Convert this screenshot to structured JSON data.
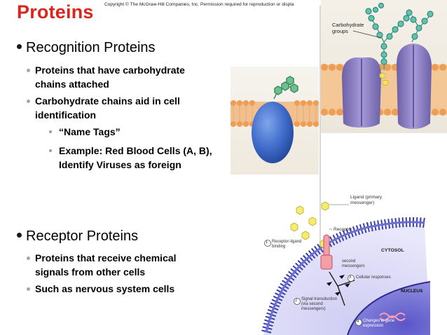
{
  "slide": {
    "title": "Proteins",
    "copyright": "Copyright © The McGraw-Hill Companies, Inc. Permission required for reproduction or displa",
    "recognition": {
      "heading": "Recognition Proteins",
      "points": [
        "Proteins that have carbohydrate chains attached",
        "Carbohydrate chains aid in cell identification"
      ],
      "subpoints": [
        "“Name Tags”",
        "Example: Red Blood Cells (A, B), Identify Viruses as foreign"
      ]
    },
    "receptor": {
      "heading": "Receptor Proteins",
      "points": [
        "Proteins that receive chemical signals from other cells",
        "Such as nervous system cells"
      ]
    }
  },
  "figures": {
    "carbohydrate_label": "Carbohydrate groups",
    "receptor_diagram": {
      "ligand": "Ligand (primary messenger)",
      "receptor": "Receptor",
      "cytosol": "CYTOSOL",
      "step1": "Receptor-ligand binding",
      "second_messengers": "second messengers",
      "step3": "Cellular responses",
      "nucleus": "NUCLEUS",
      "step2": "Signal transduction (via second messengers)",
      "step4": "Changes in gene expression",
      "n1": "1",
      "n2": "2",
      "n3": "3",
      "n4": "4"
    }
  },
  "colors": {
    "title": "#d9261c",
    "protein_blue": "#3a67c4",
    "membrane_orange": "#f0a35e",
    "protein_purple": "#8b7fc0",
    "carbohydrate_green": "#4aa58e",
    "ligand_yellow": "#f4ec6a"
  }
}
